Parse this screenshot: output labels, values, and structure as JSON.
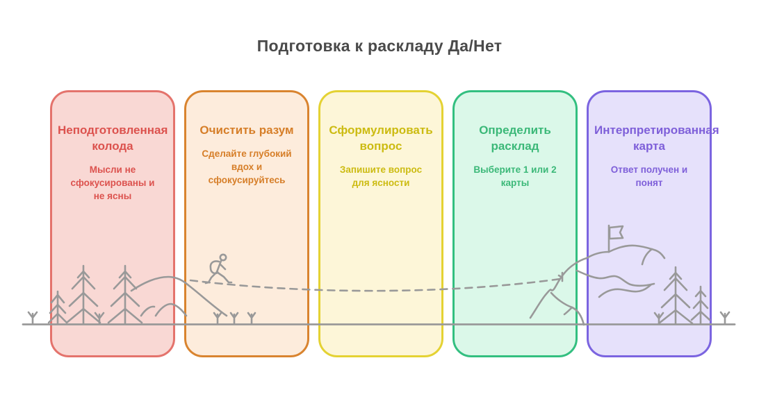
{
  "header": {
    "title": "Подготовка к раскладу Да/Нет",
    "color": "#4a4a4a"
  },
  "cards": [
    {
      "title": "Неподготовленная колода",
      "description": "Мысли не сфокусированы и не ясны",
      "fill": "#f9d8d4",
      "border": "#e4736c",
      "text_color": "#dc524e"
    },
    {
      "title": "Очистить разум",
      "description": "Сделайте глубокий вдох и сфокусируйтесь",
      "fill": "#fdecdc",
      "border": "#d9842f",
      "text_color": "#d67e28"
    },
    {
      "title": "Сформулировать вопрос",
      "description": "Запишите вопрос для ясности",
      "fill": "#fdf6d8",
      "border": "#e4d233",
      "text_color": "#ccbb11"
    },
    {
      "title": "Определить расклад",
      "description": "Выберите 1 или 2 карты",
      "fill": "#dbf8e9",
      "border": "#33bf80",
      "text_color": "#3bb878"
    },
    {
      "title": "Интерпретированная карта",
      "description": "Ответ получен и понят",
      "fill": "#e6e1fb",
      "border": "#7b64e0",
      "text_color": "#7e5fd9"
    }
  ],
  "illustration": {
    "stroke": "#999999",
    "icons": [
      "pine-tree",
      "grass-sprout",
      "hills",
      "hiker",
      "dashed-trail",
      "mountain",
      "summit-flag",
      "ground-line"
    ]
  }
}
